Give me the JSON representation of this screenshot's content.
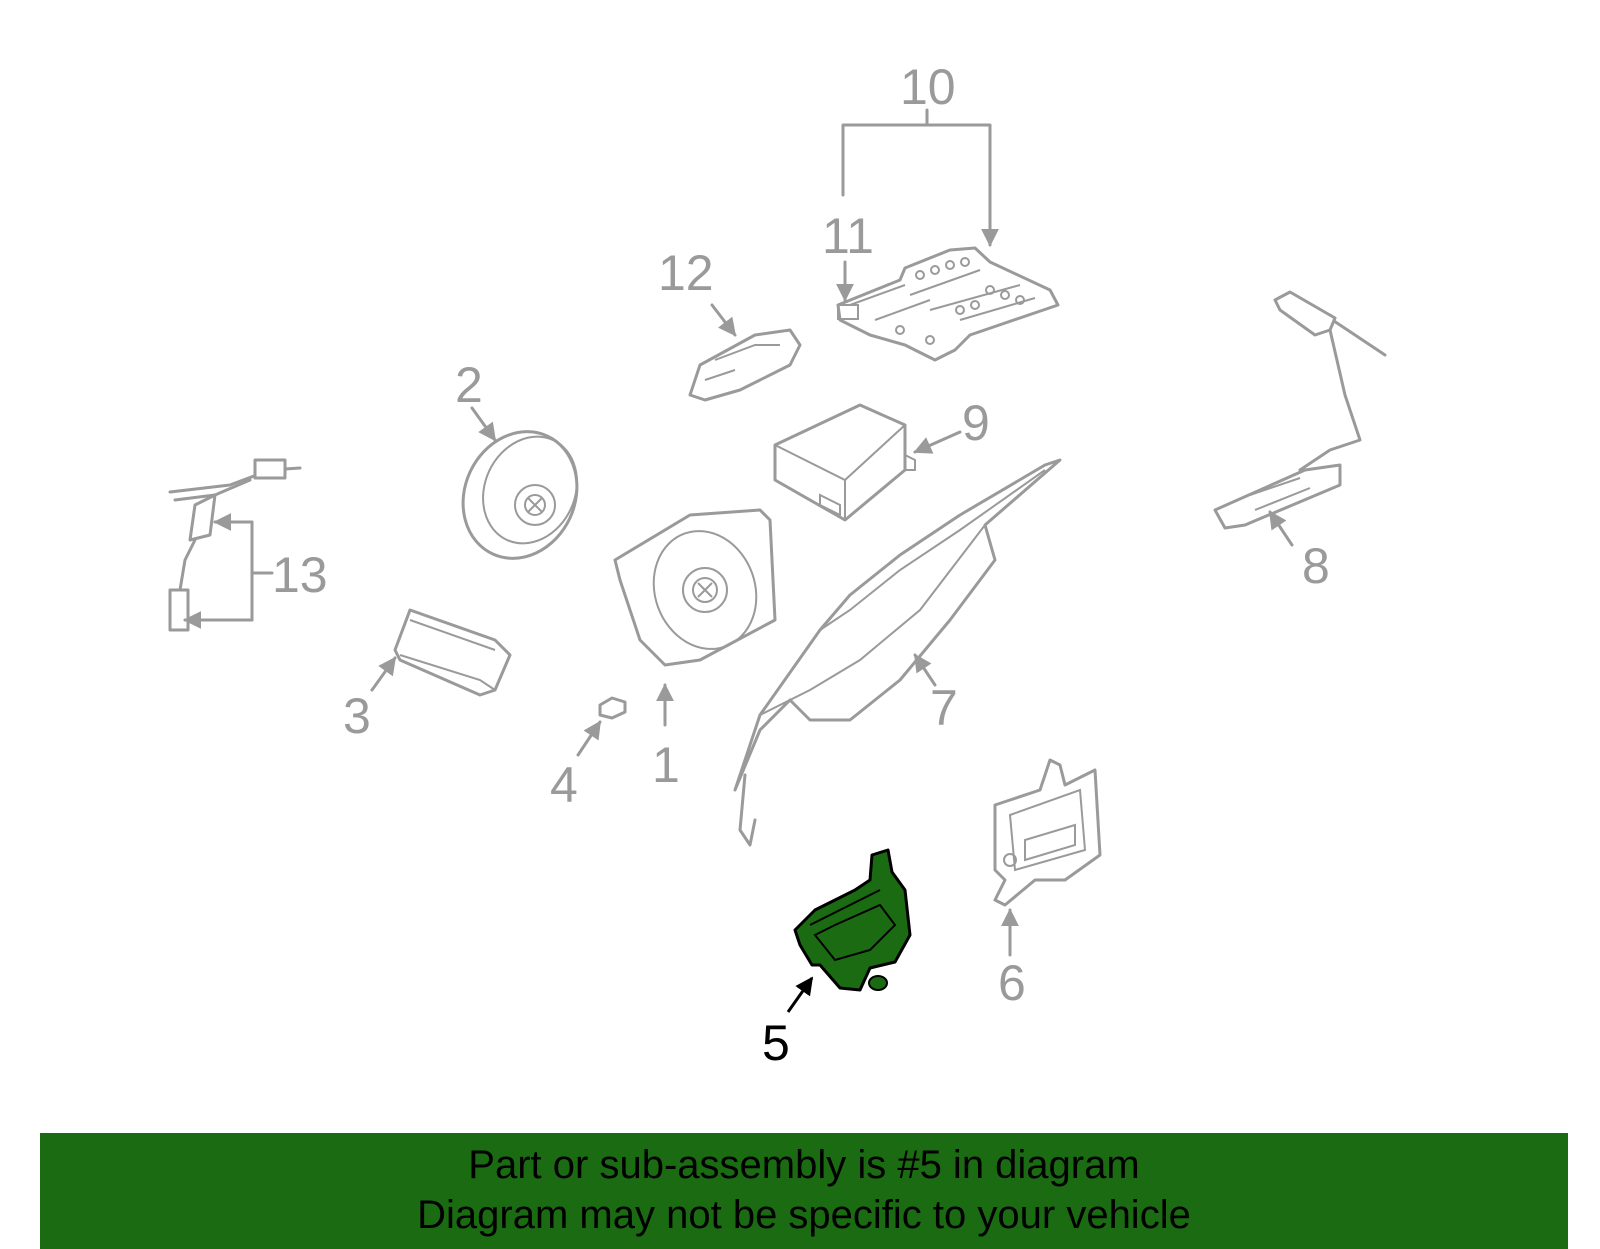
{
  "callouts": {
    "c1": "1",
    "c2": "2",
    "c3": "3",
    "c4": "4",
    "c5": "5",
    "c6": "6",
    "c7": "7",
    "c8": "8",
    "c9": "9",
    "c10": "10",
    "c11": "11",
    "c12": "12",
    "c13": "13"
  },
  "highlight_part": "5",
  "colors": {
    "highlight": "#1b6b13",
    "banner": "#1b6b13",
    "line_art": "#9a9a9a"
  },
  "banner": {
    "line1": "Part or sub-assembly is #5 in diagram",
    "line2": "Diagram may not be specific to your vehicle"
  }
}
